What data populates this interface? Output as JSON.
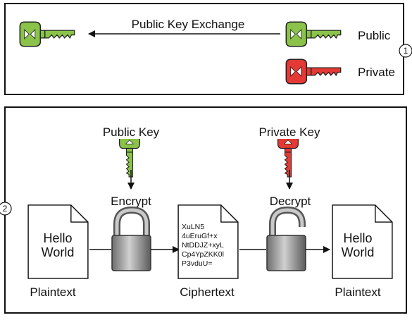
{
  "panel1": {
    "step_number": "1",
    "exchange_label": "Public Key Exchange",
    "public_label": "Public",
    "private_label": "Private"
  },
  "panel2": {
    "step_number": "2",
    "public_key_label": "Public Key",
    "private_key_label": "Private Key",
    "encrypt_label": "Encrypt",
    "decrypt_label": "Decrypt",
    "plaintext_doc": {
      "line1": "Hello",
      "line2": "World"
    },
    "plaintext_label": "Plaintext",
    "ciphertext_lines": [
      "XuLN5",
      "4uEruGf+x",
      "NtDDJZ+xyL",
      "Cp4YpZKK0l",
      "P3vduU="
    ],
    "ciphertext_label": "Ciphertext",
    "decrypted_doc": {
      "line1": "Hello",
      "line2": "World"
    },
    "decrypted_label": "Plaintext"
  },
  "colors": {
    "public_key": "#8bc34a",
    "private_key": "#e53935",
    "lock_body": "#9e9e9e"
  },
  "icons": [
    "key-icon",
    "padlock-closed-icon",
    "padlock-open-icon",
    "document-icon"
  ]
}
